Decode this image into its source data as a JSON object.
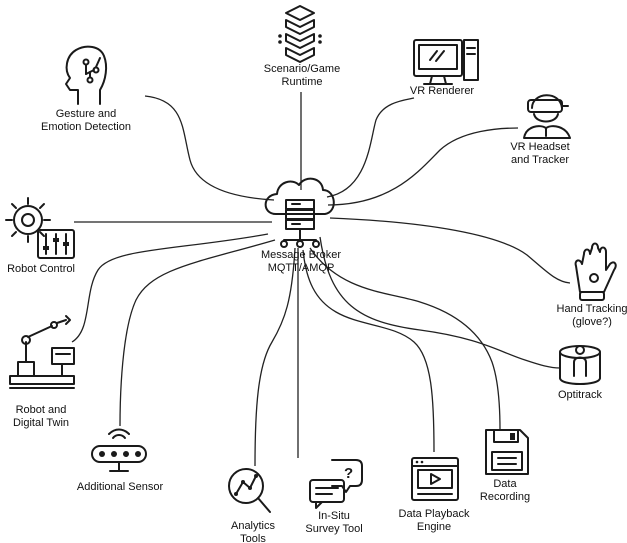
{
  "broker": {
    "label_line1": "Message Broker",
    "label_line2": "MQTT/AMQP",
    "icon": "cloud-server-icon"
  },
  "nodes": [
    {
      "id": "scenario",
      "line1": "Scenario/Game",
      "line2": "Runtime",
      "icon": "stacked-boxes-icon"
    },
    {
      "id": "vr-renderer",
      "line1": "VR Renderer",
      "line2": "",
      "icon": "computer-monitor-icon"
    },
    {
      "id": "vr-headset",
      "line1": "VR Headset",
      "line2": "and Tracker",
      "icon": "vr-headset-person-icon"
    },
    {
      "id": "gesture",
      "line1": "Gesture and",
      "line2": "Emotion Detection",
      "icon": "ai-head-icon"
    },
    {
      "id": "robot-control",
      "line1": "Robot Control",
      "line2": "",
      "icon": "gear-sliders-icon"
    },
    {
      "id": "hand-tracking",
      "line1": "Hand Tracking",
      "line2": "(glove?)",
      "icon": "glove-hand-icon"
    },
    {
      "id": "optitrack",
      "line1": "Optitrack",
      "line2": "",
      "icon": "tracking-cylinder-icon"
    },
    {
      "id": "robot-twin",
      "line1": "Robot and",
      "line2": "Digital Twin",
      "icon": "robot-arm-icon"
    },
    {
      "id": "additional-sensor",
      "line1": "Additional Sensor",
      "line2": "",
      "icon": "wireless-sensor-icon"
    },
    {
      "id": "analytics",
      "line1": "Analytics",
      "line2": "Tools",
      "icon": "magnifier-graph-icon"
    },
    {
      "id": "survey",
      "line1": "In-Situ",
      "line2": "Survey Tool",
      "icon": "question-chat-icon"
    },
    {
      "id": "playback",
      "line1": "Data Playback",
      "line2": "Engine",
      "icon": "video-player-icon"
    },
    {
      "id": "recording",
      "line1": "Data",
      "line2": "Recording",
      "icon": "floppy-disk-icon"
    }
  ]
}
